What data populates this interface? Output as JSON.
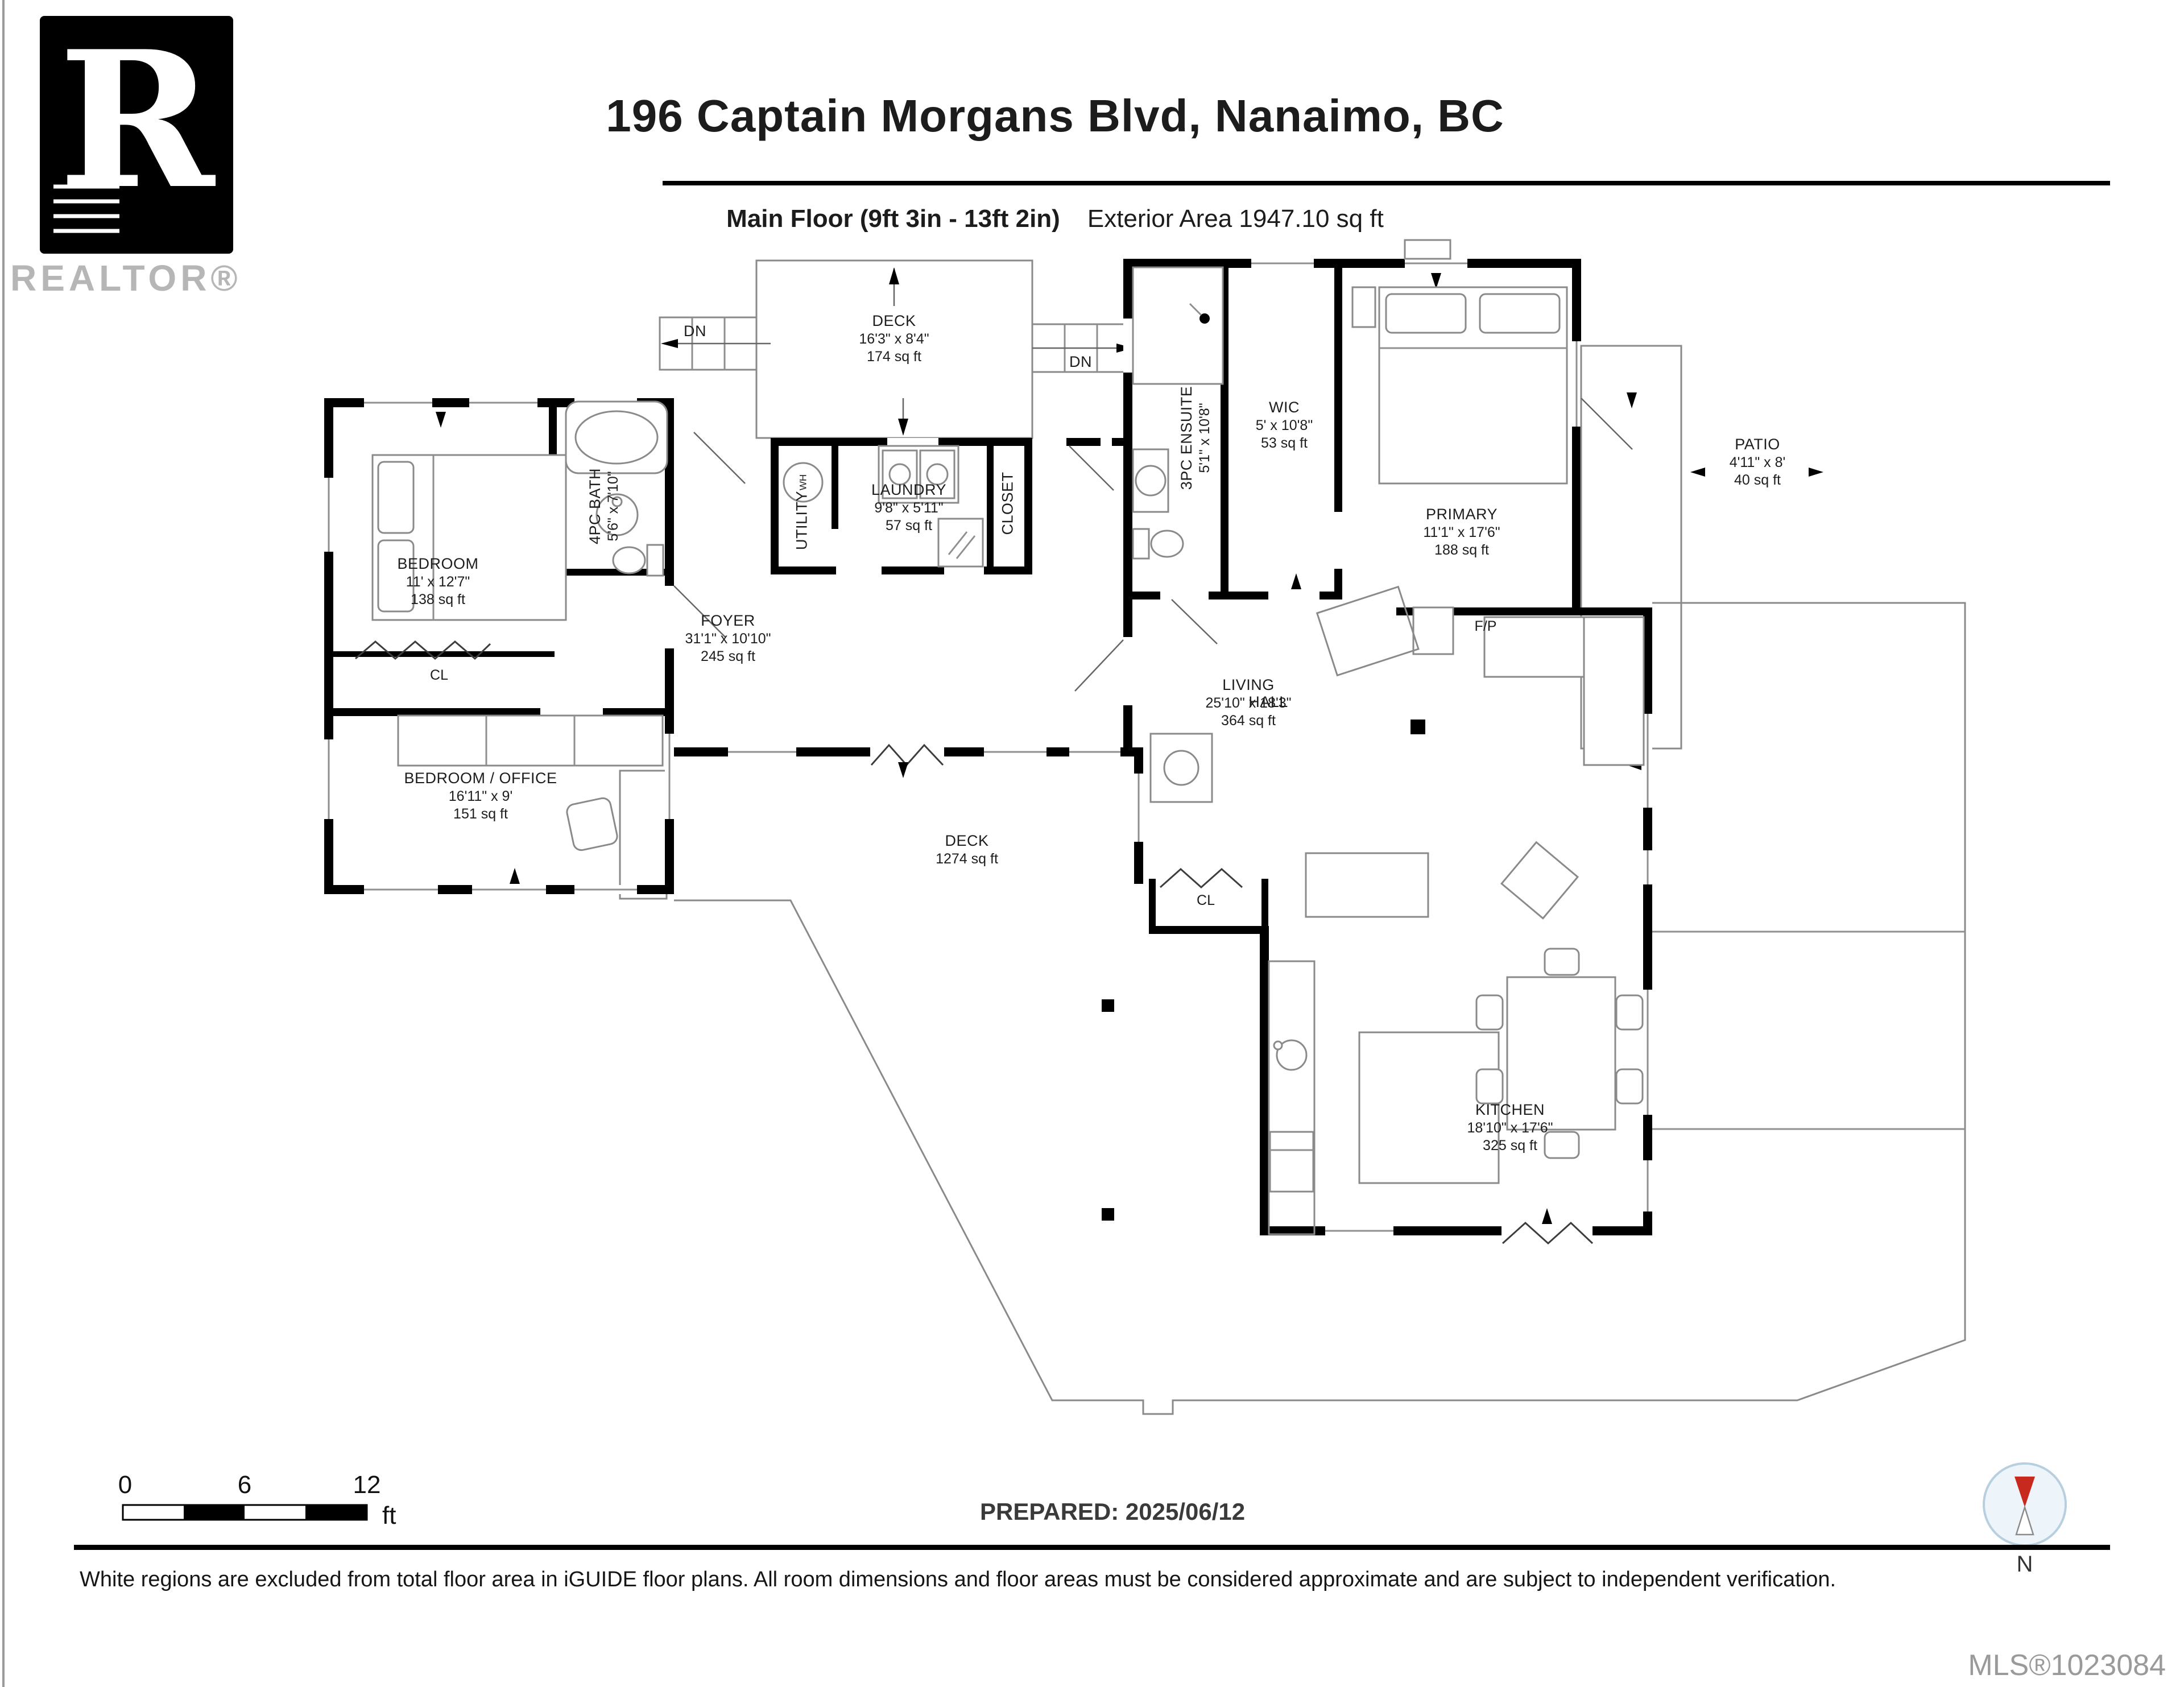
{
  "header": {
    "title": "196 Captain Morgans Blvd, Nanaimo, BC",
    "floor_label": "Main Floor (9ft 3in - 13ft 2in)",
    "exterior_area": "Exterior Area 1947.10 sq ft",
    "logo_letter": "R",
    "logo_text": "REALTOR®"
  },
  "rooms": {
    "deck_top": {
      "name": "DECK",
      "dims": "16'3\" x 8'4\"",
      "area": "174 sq ft"
    },
    "bedroom": {
      "name": "BEDROOM",
      "dims": "11' x 12'7\"",
      "area": "138 sq ft"
    },
    "bath4pc": {
      "name": "4PC BATH",
      "dims": "5'6\" x 7'10\""
    },
    "laundry": {
      "name": "LAUNDRY",
      "dims": "9'8\" x 5'11\"",
      "area": "57 sq ft"
    },
    "utility": {
      "name": "UTILITY"
    },
    "closet": {
      "name": "CLOSET"
    },
    "ensuite": {
      "name": "3PC ENSUITE",
      "dims": "5'1\" x 10'8\""
    },
    "wic": {
      "name": "WIC",
      "dims": "5' x 10'8\"",
      "area": "53 sq ft"
    },
    "primary": {
      "name": "PRIMARY",
      "dims": "11'1\" x 17'6\"",
      "area": "188 sq ft"
    },
    "patio": {
      "name": "PATIO",
      "dims": "4'11\" x 8'",
      "area": "40 sq ft"
    },
    "hall": {
      "name": "HALL"
    },
    "foyer": {
      "name": "FOYER",
      "dims": "31'1\" x 10'10\"",
      "area": "245 sq ft"
    },
    "cl_bedroom": {
      "name": "CL"
    },
    "bedroom_office": {
      "name": "BEDROOM / OFFICE",
      "dims": "16'11\" x 9'",
      "area": "151 sq ft"
    },
    "living": {
      "name": "LIVING",
      "dims": "25'10\" x 18'3\"",
      "area": "364 sq ft"
    },
    "fireplace": {
      "name": "F/P"
    },
    "cl_living": {
      "name": "CL"
    },
    "deck_lower": {
      "name": "DECK",
      "area": "1274 sq ft"
    },
    "kitchen": {
      "name": "KITCHEN",
      "dims": "18'10\" x 17'6\"",
      "area": "325 sq ft"
    },
    "water_heater": {
      "name": "WH"
    },
    "dn_left": "DN",
    "dn_right": "DN"
  },
  "footer": {
    "scale": {
      "t0": "0",
      "t6": "6",
      "t12": "12",
      "unit": "ft"
    },
    "prepared": "PREPARED: 2025/06/12",
    "compass_north": "N",
    "disclaimer": "White regions are excluded from total floor area in iGUIDE floor plans. All room dimensions and floor areas must be considered approximate and are subject to independent verification.",
    "mls": "MLS®1023084"
  },
  "colors": {
    "wall": "#000000",
    "furniture_line": "#8a8a8a",
    "compass_red": "#c8291e",
    "muted_text": "#9a9a9a"
  }
}
